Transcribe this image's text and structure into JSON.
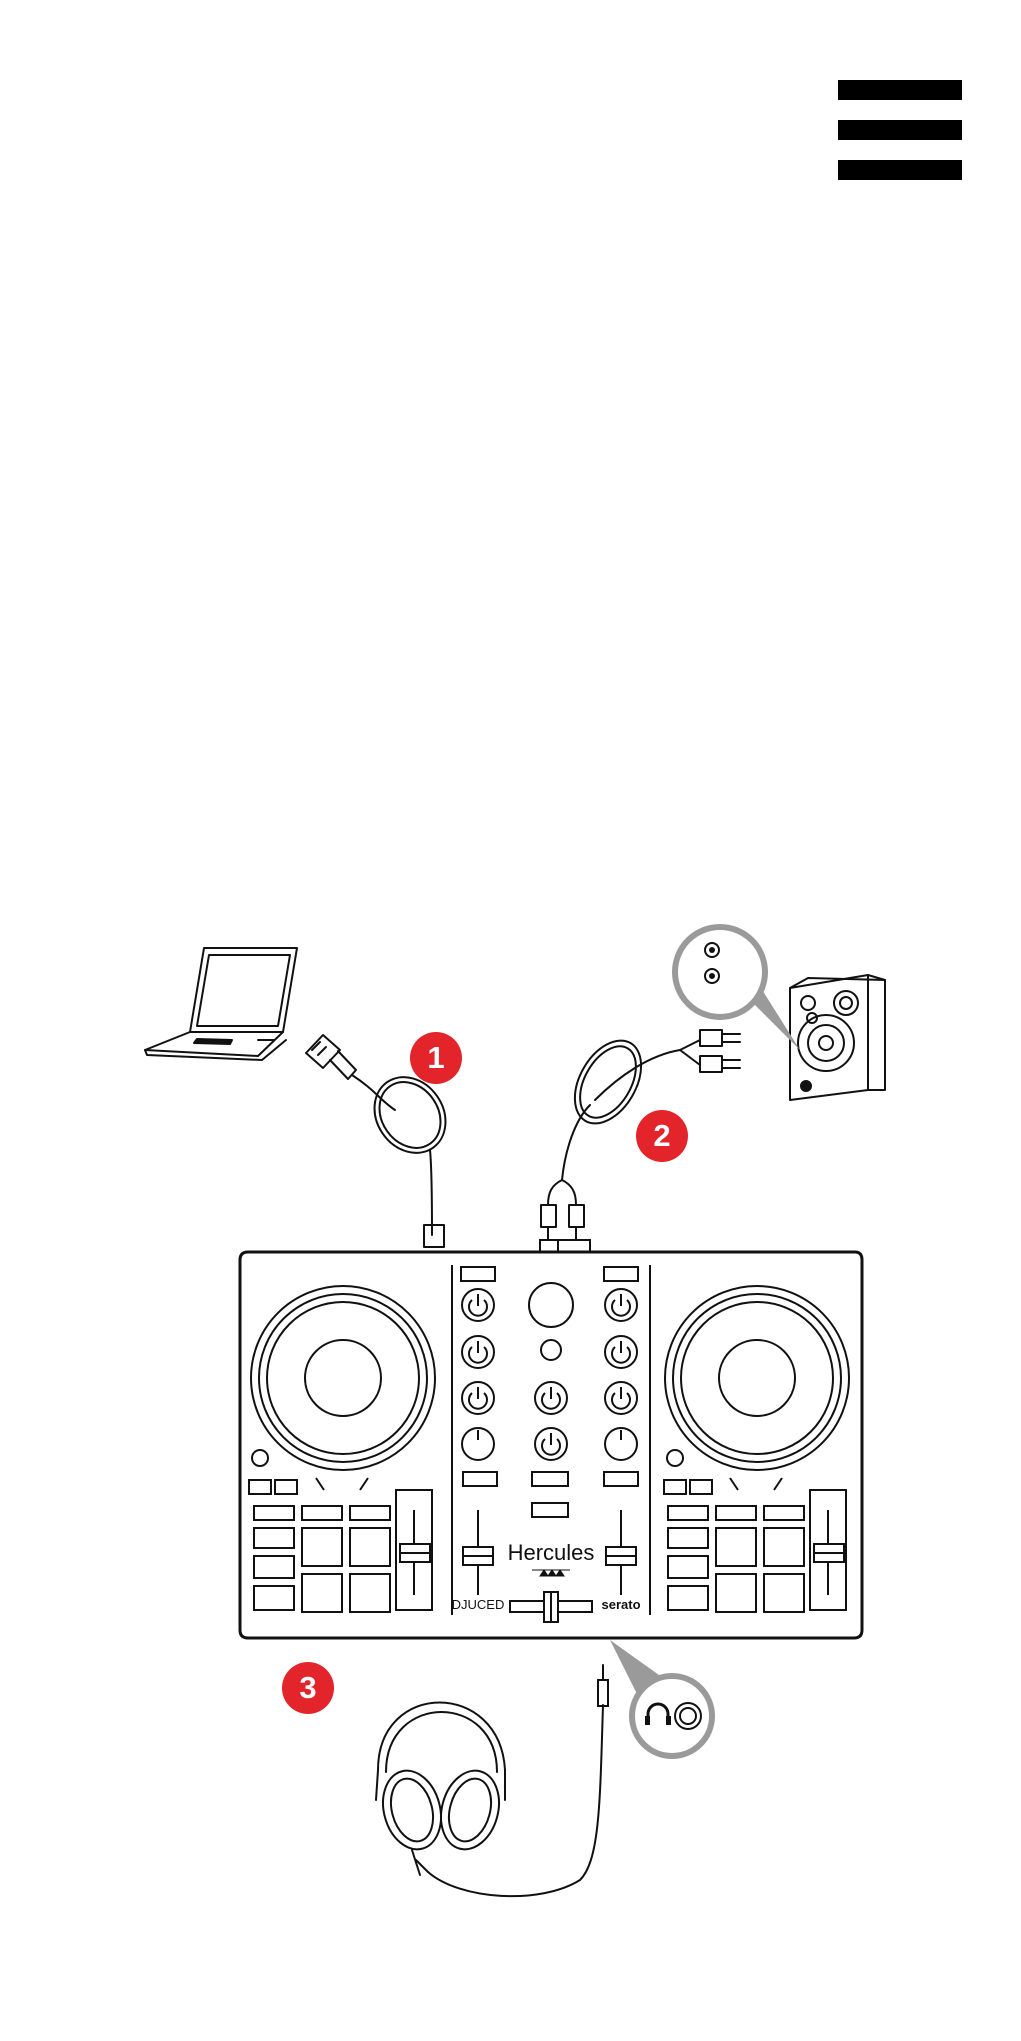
{
  "menu": {
    "icon": "hamburger-menu-icon"
  },
  "steps": [
    {
      "number": "1",
      "target": "usb-laptop"
    },
    {
      "number": "2",
      "target": "rca-speakers"
    },
    {
      "number": "3",
      "target": "headphones"
    }
  ],
  "controller": {
    "brand_logo": "Hercules",
    "left_logo": "DJUCED",
    "right_logo": "serato"
  },
  "colors": {
    "badge": "#e3242b",
    "line": "#111111",
    "callout": "#9a9a9a"
  }
}
